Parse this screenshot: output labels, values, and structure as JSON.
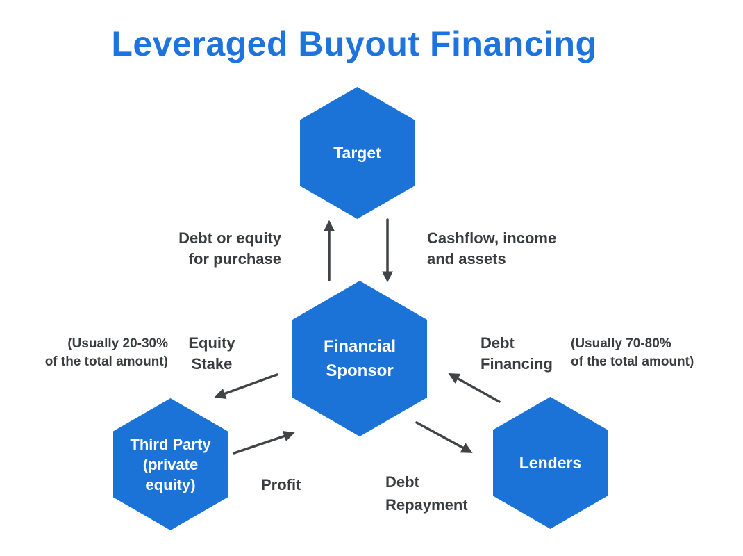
{
  "title": "Leveraged Buyout Financing",
  "colors": {
    "title": "#1E74DC",
    "node": "#1B73D8",
    "arrow": "#414447",
    "text": "#3A3D40"
  },
  "nodes": {
    "target": {
      "label": "Target"
    },
    "financial_sponsor": {
      "label": "Financial\nSponsor"
    },
    "third_party": {
      "label": "Third Party\n(private\nequity)"
    },
    "lenders": {
      "label": "Lenders"
    }
  },
  "edge_labels": {
    "debt_or_equity_for_purchase": "Debt or equity\nfor purchase",
    "cashflow_income_assets": "Cashflow, income\nand assets",
    "equity_stake": "Equity\nStake",
    "equity_stake_note": "(Usually 20-30%\nof the total amount)",
    "debt_financing": "Debt\nFinancing",
    "debt_financing_note": "(Usually 70-80%\nof the total amount)",
    "profit": "Profit",
    "debt_repayment": "Debt\nRepayment"
  }
}
